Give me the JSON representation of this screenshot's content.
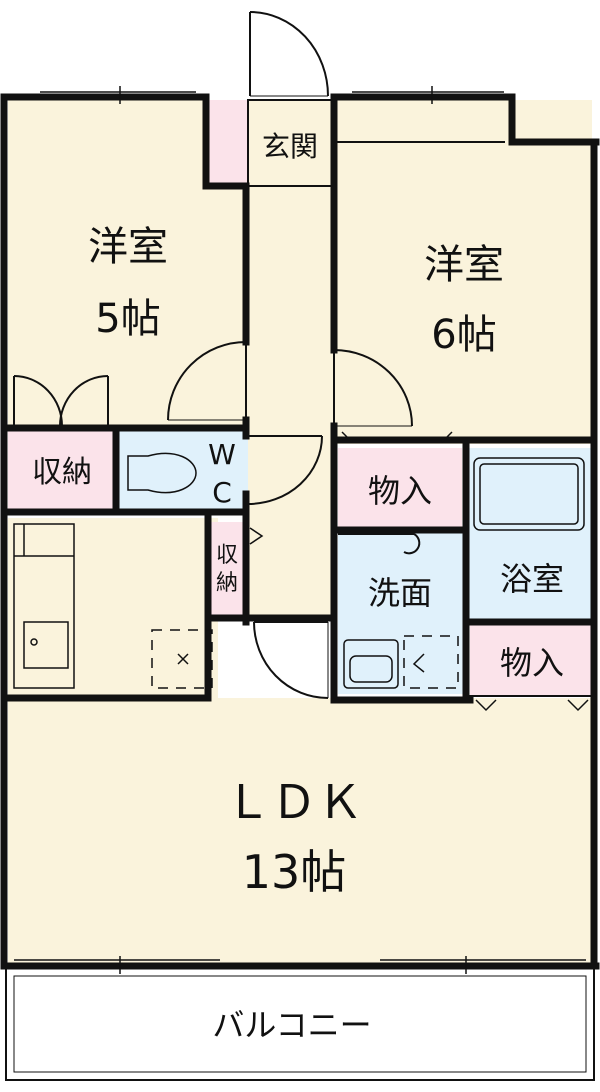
{
  "floorplan": {
    "rooms": {
      "western_room_5": {
        "name": "洋室",
        "size": "5帖"
      },
      "western_room_6": {
        "name": "洋室",
        "size": "6帖"
      },
      "entrance": "玄関",
      "closet_left": "収納",
      "closet_hall": [
        "収",
        "納"
      ],
      "toilet": [
        "W",
        "C"
      ],
      "storage_top": "物入",
      "storage_bottom": "物入",
      "washroom": "洗面",
      "bathroom": "浴室",
      "ldk": {
        "name": "ＬＤＫ",
        "size": "13帖"
      },
      "balcony": "バルコニー"
    },
    "colors": {
      "wall": "#111111",
      "room_fill": "#faf3dc",
      "wet_area_fill": "#e0f1fb",
      "storage_fill": "#fbe3ea",
      "balcony_fill": "#ffffff"
    }
  }
}
